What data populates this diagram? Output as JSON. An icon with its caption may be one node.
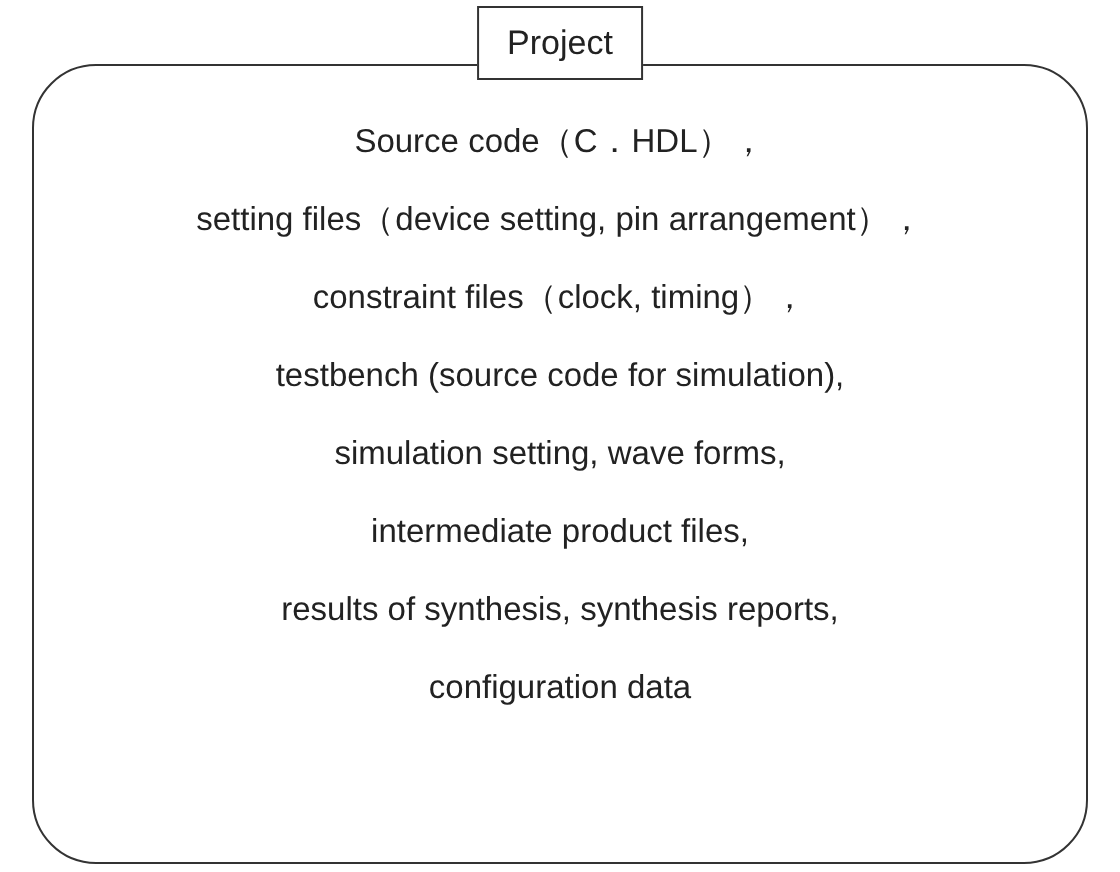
{
  "diagram": {
    "nodes": [
      {
        "text": [
          "Project",
          "Source code（C．HDL），",
          "setting files（device setting, pin arrangement），",
          "constraint files（clock, timing），",
          "testbench (source code for simulation),",
          "simulation setting, wave forms,",
          "intermediate product files,",
          "results of synthesis, synthesis reports,",
          "configuration data"
        ]
      }
    ]
  }
}
